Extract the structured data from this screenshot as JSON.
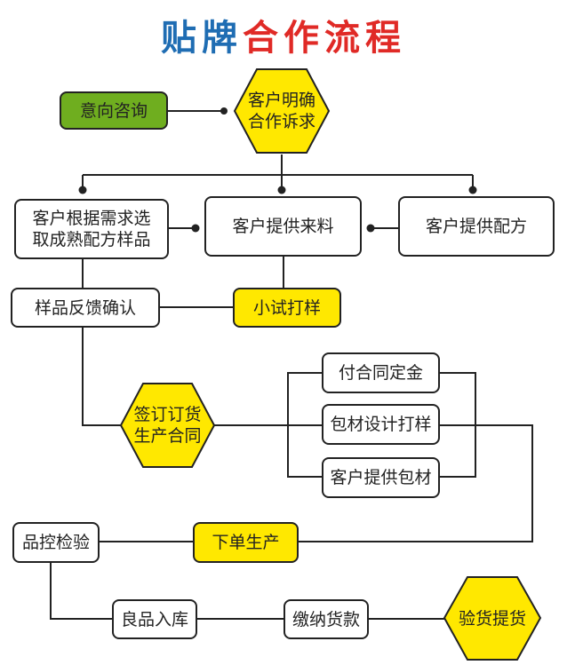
{
  "title": {
    "part1": "贴牌",
    "part2": "合作流程",
    "part1_color": "#1f6db3",
    "part2_color": "#e02a26"
  },
  "nodes": {
    "inquiry": "意向咨询",
    "clarify": [
      "客户明确",
      "合作诉求"
    ],
    "choose_sample": [
      "客户根据需求选",
      "取成熟配方样品"
    ],
    "provide_material": "客户提供来料",
    "provide_formula": "客户提供配方",
    "sample_feedback": "样品反馈确认",
    "trial_sample": "小试打样",
    "sign_contract": [
      "签订订货",
      "生产合同"
    ],
    "pay_deposit": "付合同定金",
    "packaging_design": "包材设计打样",
    "provide_packaging": "客户提供包材",
    "quality_check": "品控检验",
    "production_order": "下单生产",
    "warehousing": "良品入库",
    "payment": "缴纳货款",
    "delivery": "验货提货"
  },
  "colors": {
    "green": "#6fae1f",
    "yellow": "#ffe800",
    "line": "#222222"
  }
}
